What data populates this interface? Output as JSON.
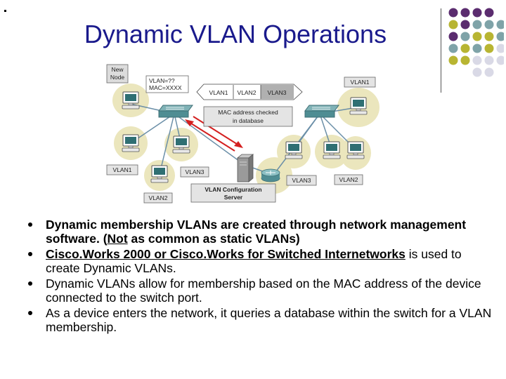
{
  "title": "Dynamic VLAN Operations",
  "diagram": {
    "new_node_box": [
      "New",
      "Node"
    ],
    "vlan_query": [
      "VLAN=??",
      "MAC=XXXX"
    ],
    "vlan_arrow_labels": [
      "VLAN1",
      "VLAN2",
      "VLAN3"
    ],
    "mac_check": [
      "MAC address checked",
      "in database"
    ],
    "server_label": [
      "VLAN Configuration",
      "Server"
    ],
    "labels": {
      "right_top_vlan1": "VLAN1",
      "left_vlan1": "VLAN1",
      "mid_vlan3": "VLAN3",
      "bottom_vlan2": "VLAN2",
      "right_vlan3": "VLAN3",
      "right_vlan2": "VLAN2"
    }
  },
  "bullets": {
    "b1": "Dynamic membership VLANs are created through network management software.  (",
    "b1_not": "Not",
    "b1_end": " as common as static VLANs)",
    "b2": "Cisco.Works 2000 or Cisco.Works for Switched Internetworks",
    "b2_end": " is used to create Dynamic VLANs.",
    "b3": "Dynamic VLANs allow for membership based on the MAC address of the device connected to the switch port.",
    "b4": "As a device enters the network, it queries a database within the switch for a VLAN membership."
  },
  "colors": {
    "title": "#1a1a8c",
    "purple": "#5b2c6f",
    "teal": "#7fa3a8",
    "olive": "#b8b532",
    "lavender": "#d9d9e6",
    "link": "#6b8fa8",
    "arrow": "#d42020"
  }
}
